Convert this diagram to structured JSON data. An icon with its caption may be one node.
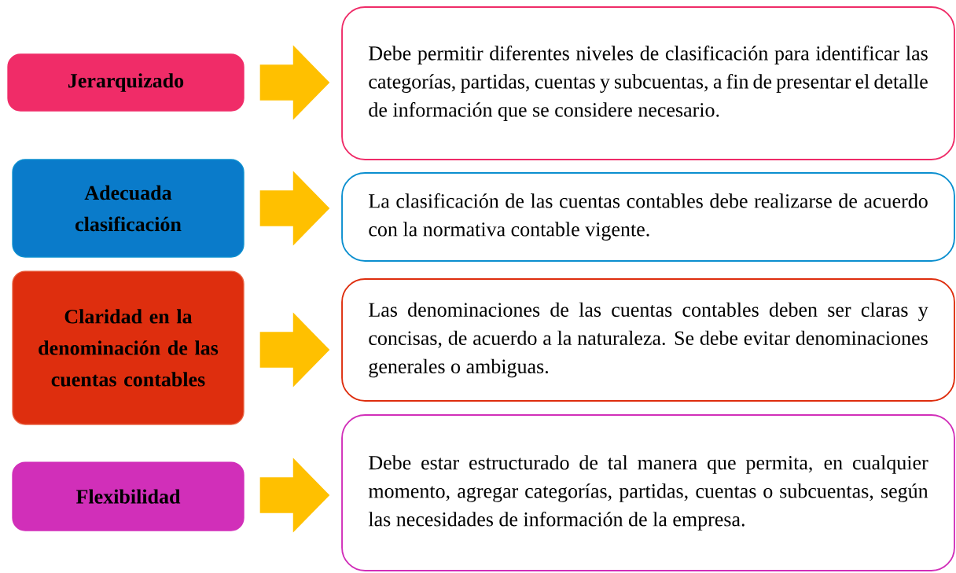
{
  "diagram": {
    "nodes": [
      {
        "text": [
          "Jerarquizado"
        ]
      },
      {
        "text": [
          "Debe permitir diferentes niveles de clasificación para identificar las categorías, partidas, cuentas y subcuentas, a fin de presentar el detalle de información que se considere necesario."
        ]
      },
      {
        "text": [
          "Adecuada clasificación"
        ]
      },
      {
        "text": [
          "La clasificación de las cuentas contables debe realizarse de acuerdo con la normativa contable vigente."
        ]
      },
      {
        "text": [
          "Claridad en la denominación de las cuentas contables"
        ]
      },
      {
        "text": [
          "Las denominaciones de las cuentas contables deben ser claras y concisas, de acuerdo a la naturaleza. Se debe evitar denominaciones generales o ambiguas."
        ]
      },
      {
        "text": [
          "Flexibilidad"
        ]
      },
      {
        "text": [
          "Debe estar estructurado de tal manera que permita, en cualquier momento, agregar categorías, partidas, cuentas o subcuentas, según las necesidades de información de la empresa."
        ]
      }
    ],
    "edges": [
      {
        "from": 0,
        "to": 1,
        "arrow": "to"
      },
      {
        "from": 2,
        "to": 3,
        "arrow": "to"
      },
      {
        "from": 4,
        "to": 5,
        "arrow": "to"
      },
      {
        "from": 6,
        "to": 7,
        "arrow": "to"
      }
    ]
  }
}
